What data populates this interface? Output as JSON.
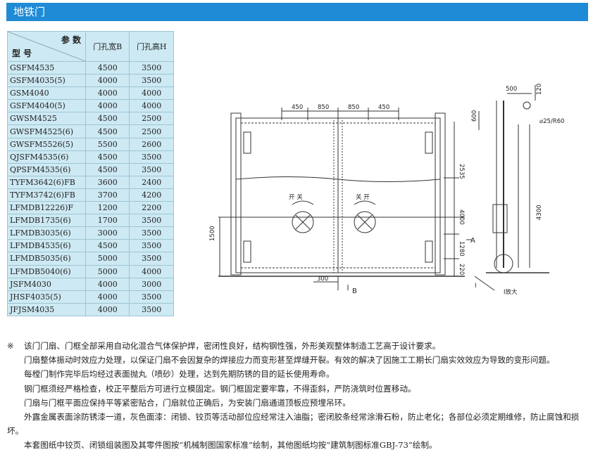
{
  "title": "地铁门",
  "table": {
    "header_param": "参 数",
    "header_model": "型 号",
    "col_width": "门孔宽B",
    "col_height": "门孔高H",
    "rows": [
      {
        "model": "GSFM4535",
        "width": "4500",
        "height": "3500"
      },
      {
        "model": "GSFM4035(5)",
        "width": "4000",
        "height": "3500"
      },
      {
        "model": "GSM4040",
        "width": "4000",
        "height": "4000"
      },
      {
        "model": "GSFM4040(5)",
        "width": "4000",
        "height": "4000"
      },
      {
        "model": "GWSM4525",
        "width": "4500",
        "height": "2500"
      },
      {
        "model": "GWSFM4525(6)",
        "width": "4500",
        "height": "2500"
      },
      {
        "model": "GWSFM5526(5)",
        "width": "5500",
        "height": "2600"
      },
      {
        "model": "QJSFM4535(6)",
        "width": "4500",
        "height": "3500"
      },
      {
        "model": "QPSFM4535(6)",
        "width": "4500",
        "height": "3500"
      },
      {
        "model": "TYFM3642(6)FB",
        "width": "3600",
        "height": "2400"
      },
      {
        "model": "TYFM3742(6)FB",
        "width": "3700",
        "height": "4200"
      },
      {
        "model": "LFMDB12226)F",
        "width": "1200",
        "height": "2200"
      },
      {
        "model": "LFMDB1735(6)",
        "width": "1700",
        "height": "3500"
      },
      {
        "model": "LFMDB3035(6)",
        "width": "3000",
        "height": "3500"
      },
      {
        "model": "LFMDB4535(6)",
        "width": "4500",
        "height": "3500"
      },
      {
        "model": "LFMDB5035(6)",
        "width": "5000",
        "height": "3500"
      },
      {
        "model": "LFMDB5040(6)",
        "width": "5000",
        "height": "4000"
      },
      {
        "model": "JSFM4030",
        "width": "4000",
        "height": "3000"
      },
      {
        "model": "JHSF4035(5)",
        "width": "4000",
        "height": "3500"
      },
      {
        "model": "JFJSM4035",
        "width": "4000",
        "height": "3500"
      }
    ]
  },
  "drawing": {
    "dim_top": [
      "450",
      "850",
      "850",
      "450"
    ],
    "dim_right_2535": "2535",
    "dim_right_4000": "4000",
    "dim_right_1280": "1280",
    "dim_right_220": "220",
    "dim_left_1500": "1500",
    "dim_bottom_300": "300",
    "label_open_left": "开 关",
    "label_open_right": "关 开",
    "section_a": "A",
    "section_b": "B",
    "side_500": "500",
    "side_120": "120",
    "side_600": "600",
    "side_r": "⌀25/R60",
    "side_4300": "4300",
    "detail_mark": "I",
    "detail_label": "I放大"
  },
  "notes": {
    "mark": "※",
    "lines": [
      "该门门扇、门框全部采用自动化混合气体保护焊，密闭性良好，结构钢性强，外形美观整体制造工艺高于设计要求。",
      "门扇整体振动时效应力处理，以保证门扇不会因复杂的焊接应力而变形甚至焊缝开裂。有效的解决了因施工工期长门扇实效效应为导致的变形问题。",
      "每樘门制作完毕后均经过表面抛丸（喷砂）处理，达到先期防锈的目的延长使用寿命。",
      "钢门框须经严格检查，校正平整后方可进行立模固定。钢门框固定要牢靠，不得歪斜，严防浇筑时位置移动。",
      "门扇与门框平面应保持平等紧密贴合，门扇就位正确后，为安装门扇通道顶板应预埋吊环。",
      "外露金属表面涂防锈漆一道，灰色面漆：闭锁、铰页等活动部位应经常注入油脂；密闭胶条经常涂滑石粉，防止老化；各部位必须定期维修，防止腐蚀和损坏。",
      "本套图纸中铰页、闭锁组装图及其零件图按“机械制图国家标准”绘制，其他图纸均按“建筑制图标准GBJ-73”绘制。"
    ]
  }
}
